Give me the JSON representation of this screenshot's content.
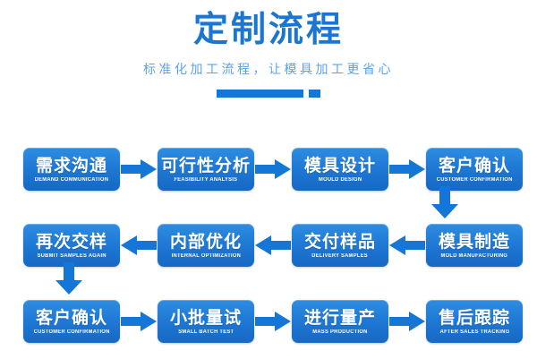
{
  "header": {
    "title": "定制流程",
    "subtitle": "标准化加工流程，让模具加工更省心"
  },
  "colors": {
    "primary": "#1476d6",
    "title": "#1b76d2",
    "subtitle": "#5ba3e8",
    "box_top": "#2f8de0",
    "box_bottom": "#1668c4",
    "background": "#ffffff",
    "arrow": "#1476d6"
  },
  "flow": {
    "rows": [
      {
        "direction": "right",
        "steps": [
          {
            "cn": "需求沟通",
            "en": "DEMAND COMMUNICATION"
          },
          {
            "cn": "可行性分析",
            "en": "FEASIBILITY ANALYSIS"
          },
          {
            "cn": "模具设计",
            "en": "MOULD DESIGN"
          },
          {
            "cn": "客户确认",
            "en": "CUSTOMER CONFIRMATION"
          }
        ]
      },
      {
        "direction": "left",
        "steps": [
          {
            "cn": "再次交样",
            "en": "SUBMIT SAMPLES AGAIN"
          },
          {
            "cn": "内部优化",
            "en": "INTERNAL OPTIMIZATION"
          },
          {
            "cn": "交付样品",
            "en": "DELIVERY SAMPLES"
          },
          {
            "cn": "模具制造",
            "en": "MOLD MANUFACTURING"
          }
        ]
      },
      {
        "direction": "right",
        "steps": [
          {
            "cn": "客户确认",
            "en": "CUSTOMER CONFIRMATION"
          },
          {
            "cn": "小批量试",
            "en": "SMALL BATCH TEST"
          },
          {
            "cn": "进行量产",
            "en": "MASS PRODUCTION"
          },
          {
            "cn": "售后跟踪",
            "en": "AFTER SALES TRACKING"
          }
        ]
      }
    ]
  }
}
